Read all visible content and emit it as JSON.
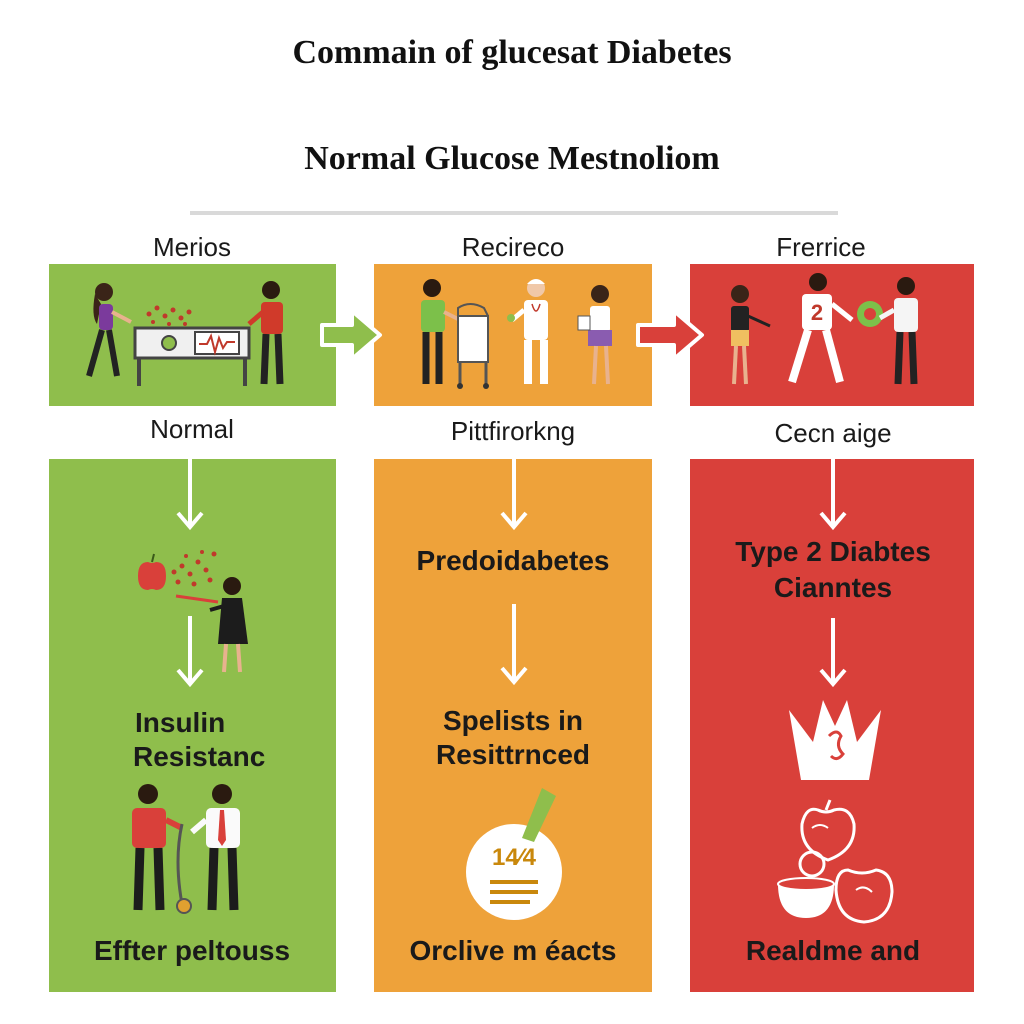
{
  "title": "Commain of glucesat Diabetes",
  "subtitle": "Normal Glucose Mestnoliom",
  "columns": [
    {
      "header": "Merios",
      "stage_label": "Normal",
      "steps": [
        "Insulin",
        "Resistanc"
      ],
      "footer": "Effter peltouss",
      "color": "#8fbe4c"
    },
    {
      "header": "Recireco",
      "stage_label": "Pittfirorkng",
      "stage_title": "Predoidabetes",
      "steps": [
        "Spelists in",
        "Resittrnced"
      ],
      "badge_text": "14⁄4",
      "footer": "Orclive m éacts",
      "color": "#eea23a"
    },
    {
      "header": "Frerrice",
      "stage_label": "Cecn aige",
      "stage_title": [
        "Type 2 Diabtes",
        "Cianntes"
      ],
      "shirt_number": "2",
      "footer": "Realdme and",
      "color": "#d9403a"
    }
  ]
}
